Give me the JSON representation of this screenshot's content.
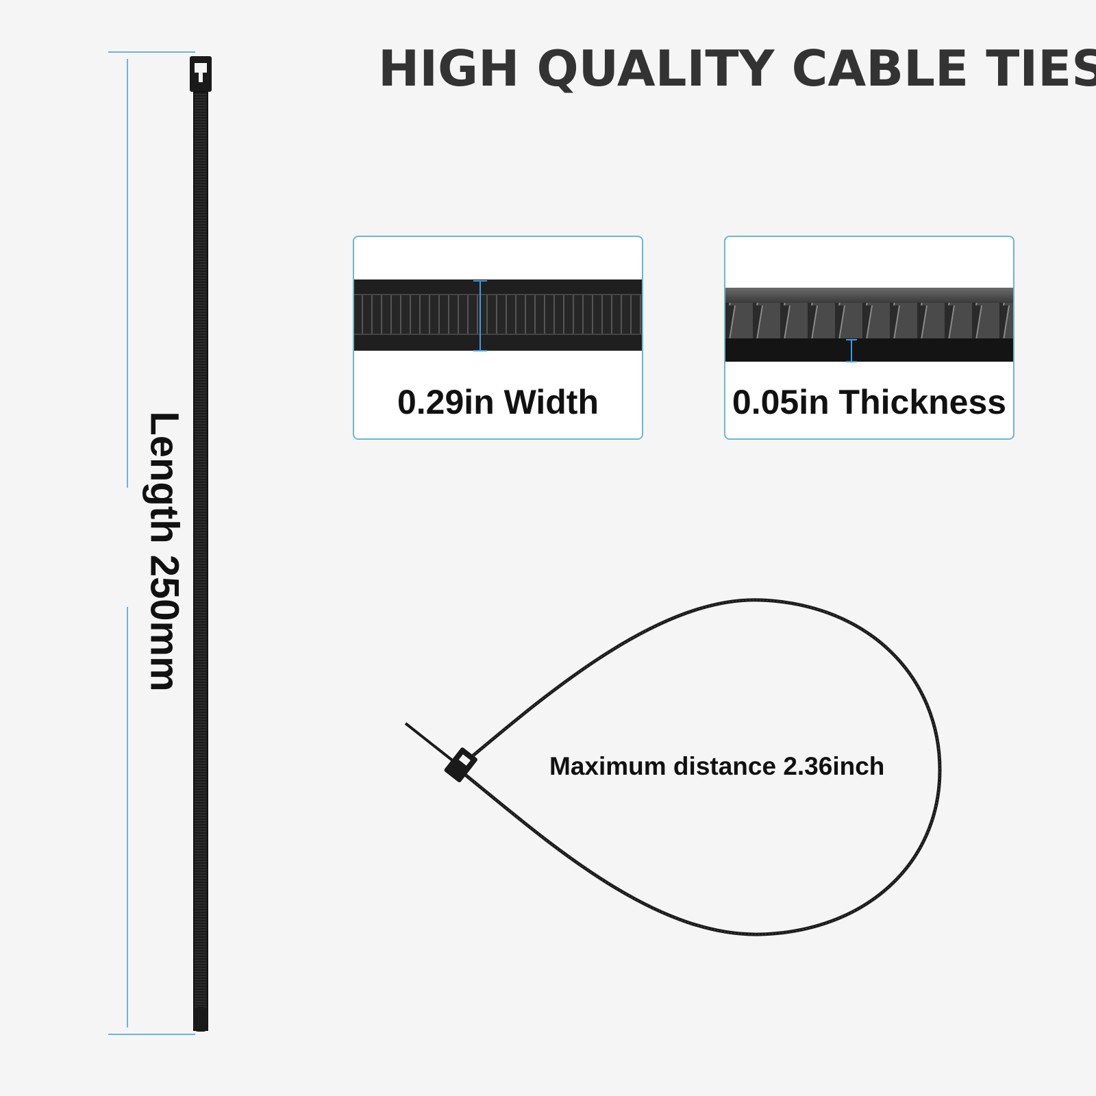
{
  "title": "HIGH QUALITY CABLE TIES",
  "length_label": "Length 250mm",
  "width_label": "0.29in Width",
  "thickness_label": "0.05in Thickness",
  "distance_label": "Maximum distance 2.36inch",
  "colors": {
    "background": "#f5f5f5",
    "dimension_line": "#3d9de0",
    "card_border": "#6ab8cc",
    "cable_tie": "#1a1a1a",
    "title": "#333333"
  },
  "icons": [
    "cable-tie-straight",
    "cable-tie-loop"
  ]
}
